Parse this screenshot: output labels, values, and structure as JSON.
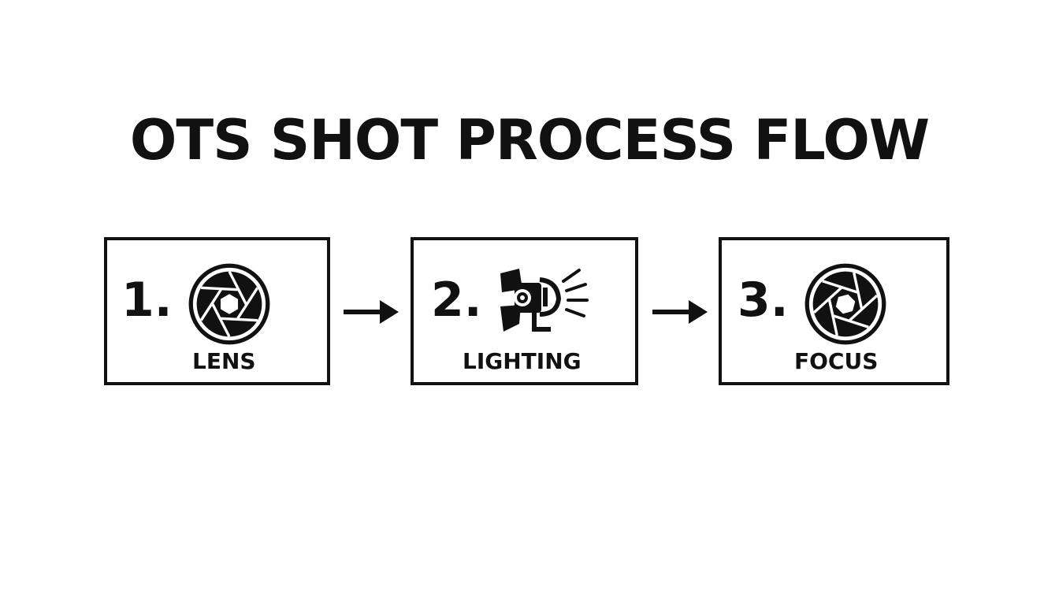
{
  "title": "OTS SHOT PROCESS FLOW",
  "steps": [
    {
      "number": "1.",
      "label": "LENS",
      "icon": "aperture-icon"
    },
    {
      "number": "2.",
      "label": "LIGHTING",
      "icon": "spotlight-icon"
    },
    {
      "number": "3.",
      "label": "FOCUS",
      "icon": "aperture-icon"
    }
  ],
  "connector": "arrow-right-icon",
  "colors": {
    "ink": "#111111",
    "background": "#ffffff"
  }
}
